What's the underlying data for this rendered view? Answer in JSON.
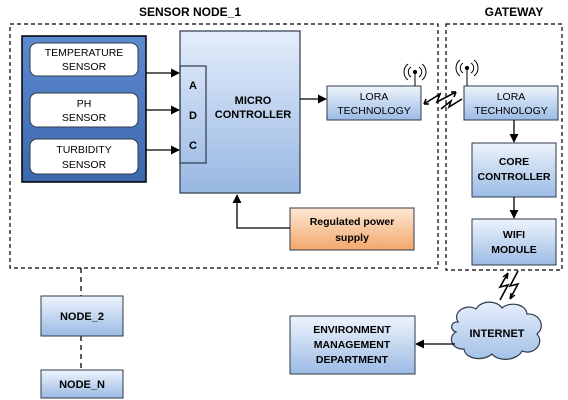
{
  "title_node1": "SENSOR NODE_1",
  "title_gateway": "GATEWAY",
  "sensors": [
    {
      "line1": "TEMPERATURE",
      "line2": "SENSOR"
    },
    {
      "line1": "PH",
      "line2": "SENSOR"
    },
    {
      "line1": "TURBIDITY",
      "line2": "SENSOR"
    }
  ],
  "adc": [
    "A",
    "D",
    "C"
  ],
  "micro": {
    "line1": "MICRO",
    "line2": "CONTROLLER"
  },
  "lora_node": {
    "line1": "LORA",
    "line2": "TECHNOLOGY"
  },
  "lora_gateway": {
    "line1": "LORA",
    "line2": "TECHNOLOGY"
  },
  "power": {
    "line1": "Regulated power",
    "line2": "supply"
  },
  "core": {
    "line1": "CORE",
    "line2": "CONTROLLER"
  },
  "wifi": {
    "line1": "WIFI",
    "line2": "MODULE"
  },
  "internet": "INTERNET",
  "env": {
    "line1": "ENVIRONMENT",
    "line2": "MANAGEMENT",
    "line3": "DEPARTMENT"
  },
  "node2": "NODE_2",
  "noden": "NODE_N",
  "colors": {
    "block_top": "#e8f0fb",
    "block_bottom": "#9dbde6",
    "block_stroke": "#2f3a4a",
    "power_top": "#fce4cc",
    "power_bottom": "#f3ad76",
    "sensor_panel": "#4f7ec4"
  }
}
